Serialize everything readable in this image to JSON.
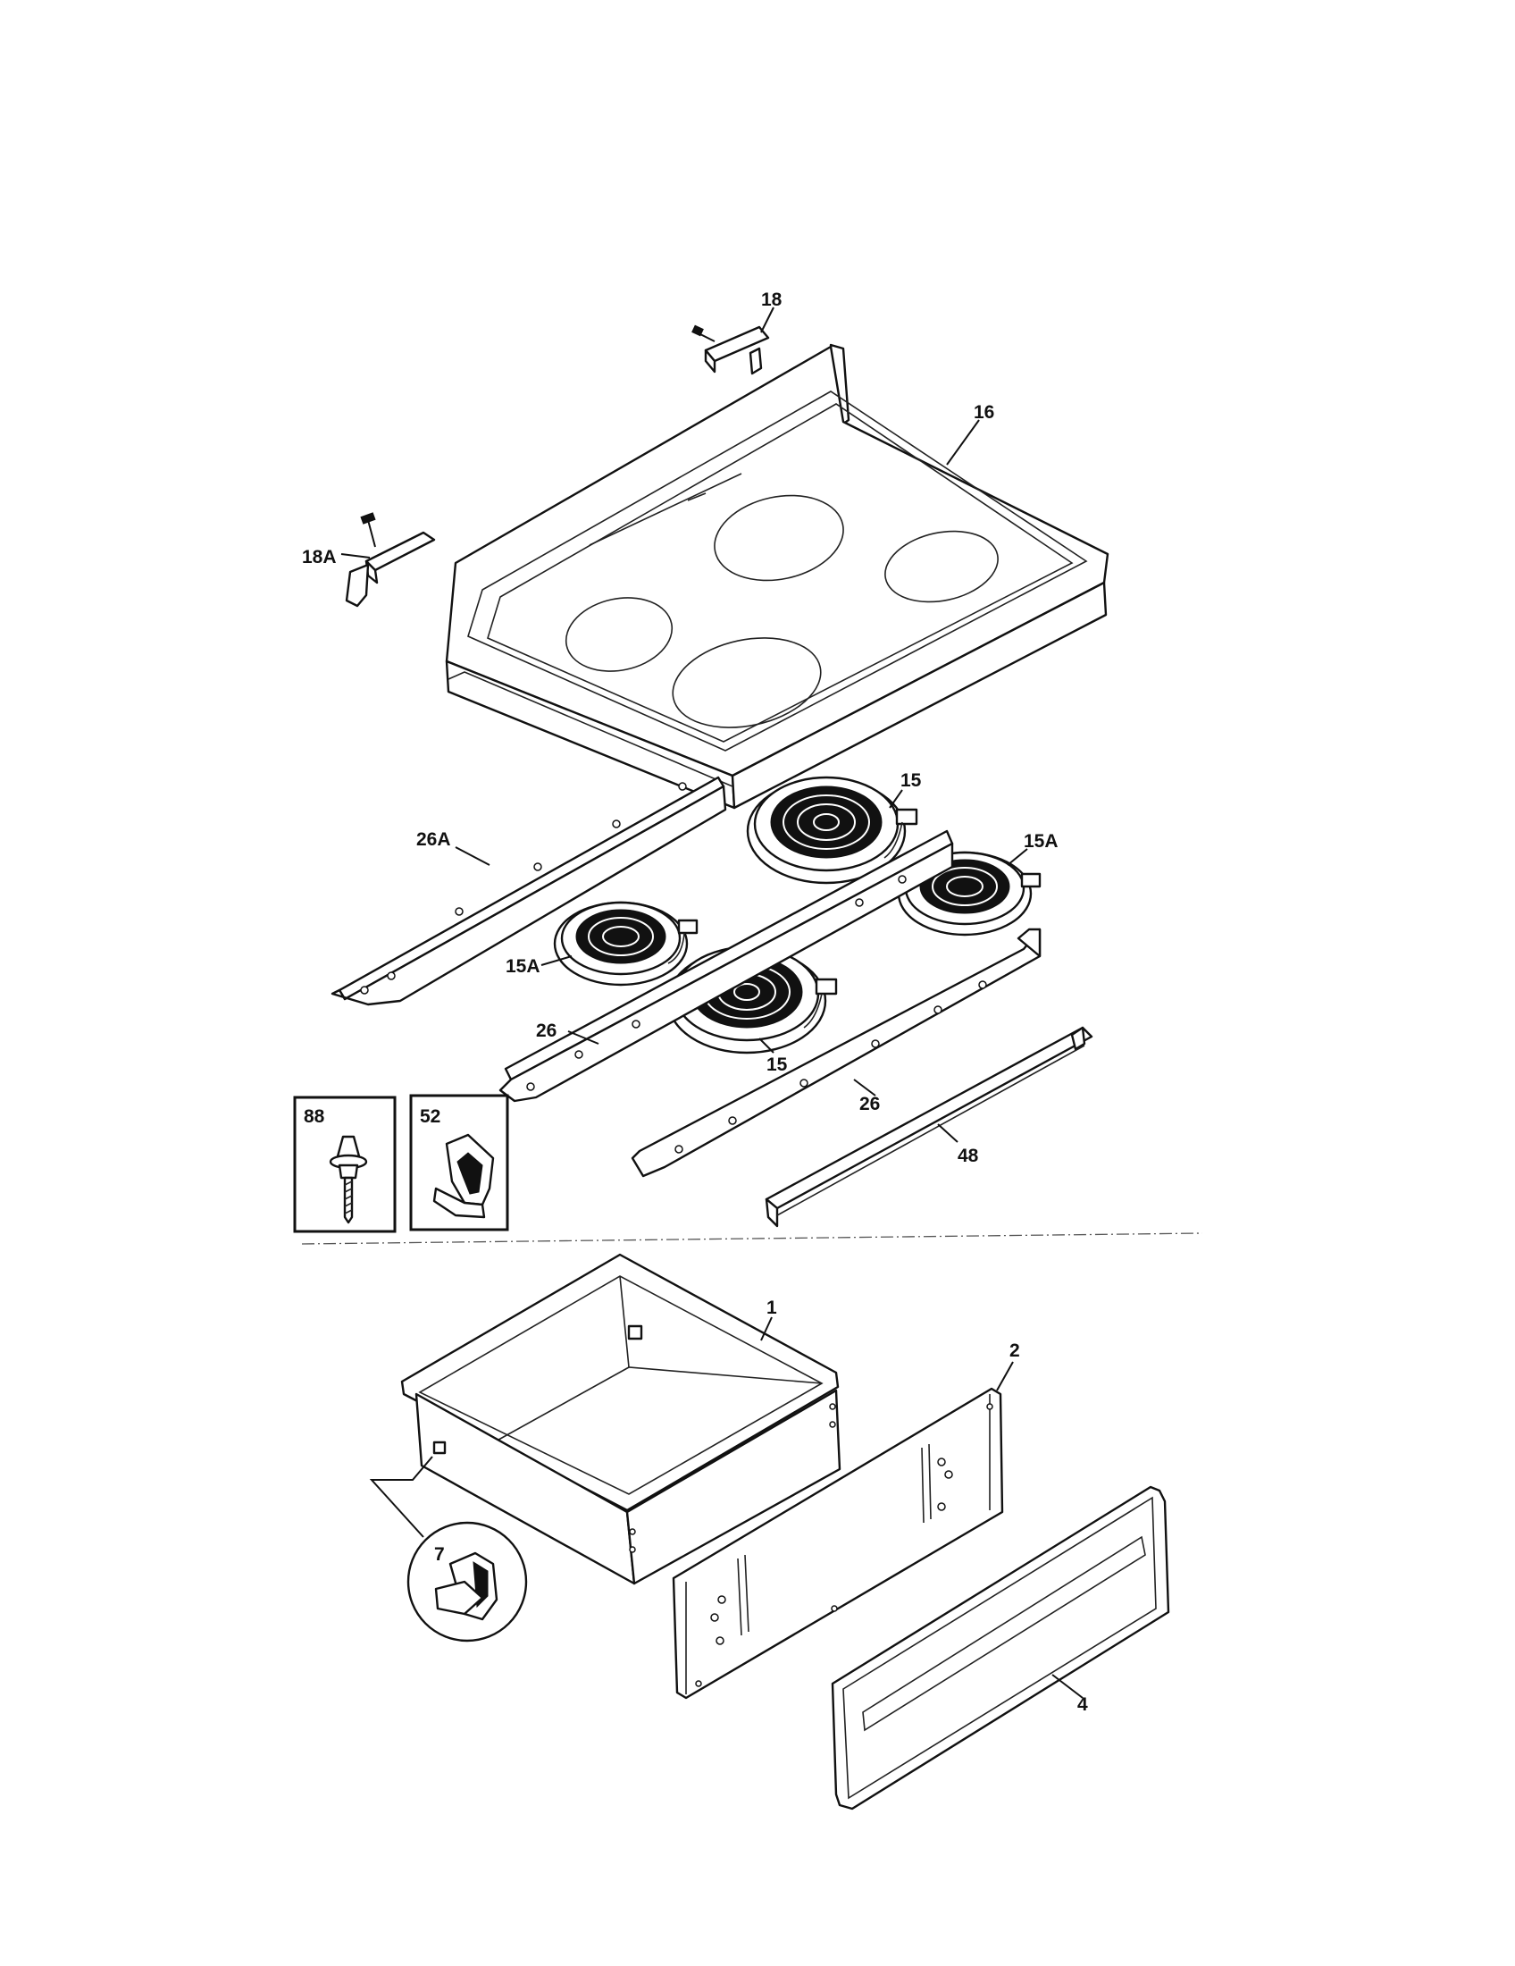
{
  "diagram": {
    "labels": {
      "p18": "18",
      "p18a": "18A",
      "p16": "16",
      "p15_top": "15",
      "p15a_right": "15A",
      "p26a": "26A",
      "p15a_left": "15A",
      "p26_left": "26",
      "p15_bottom": "15",
      "p26_right": "26",
      "p48": "48",
      "p88": "88",
      "p52": "52",
      "p1": "1",
      "p2": "2",
      "p7": "7",
      "p4": "4"
    }
  }
}
